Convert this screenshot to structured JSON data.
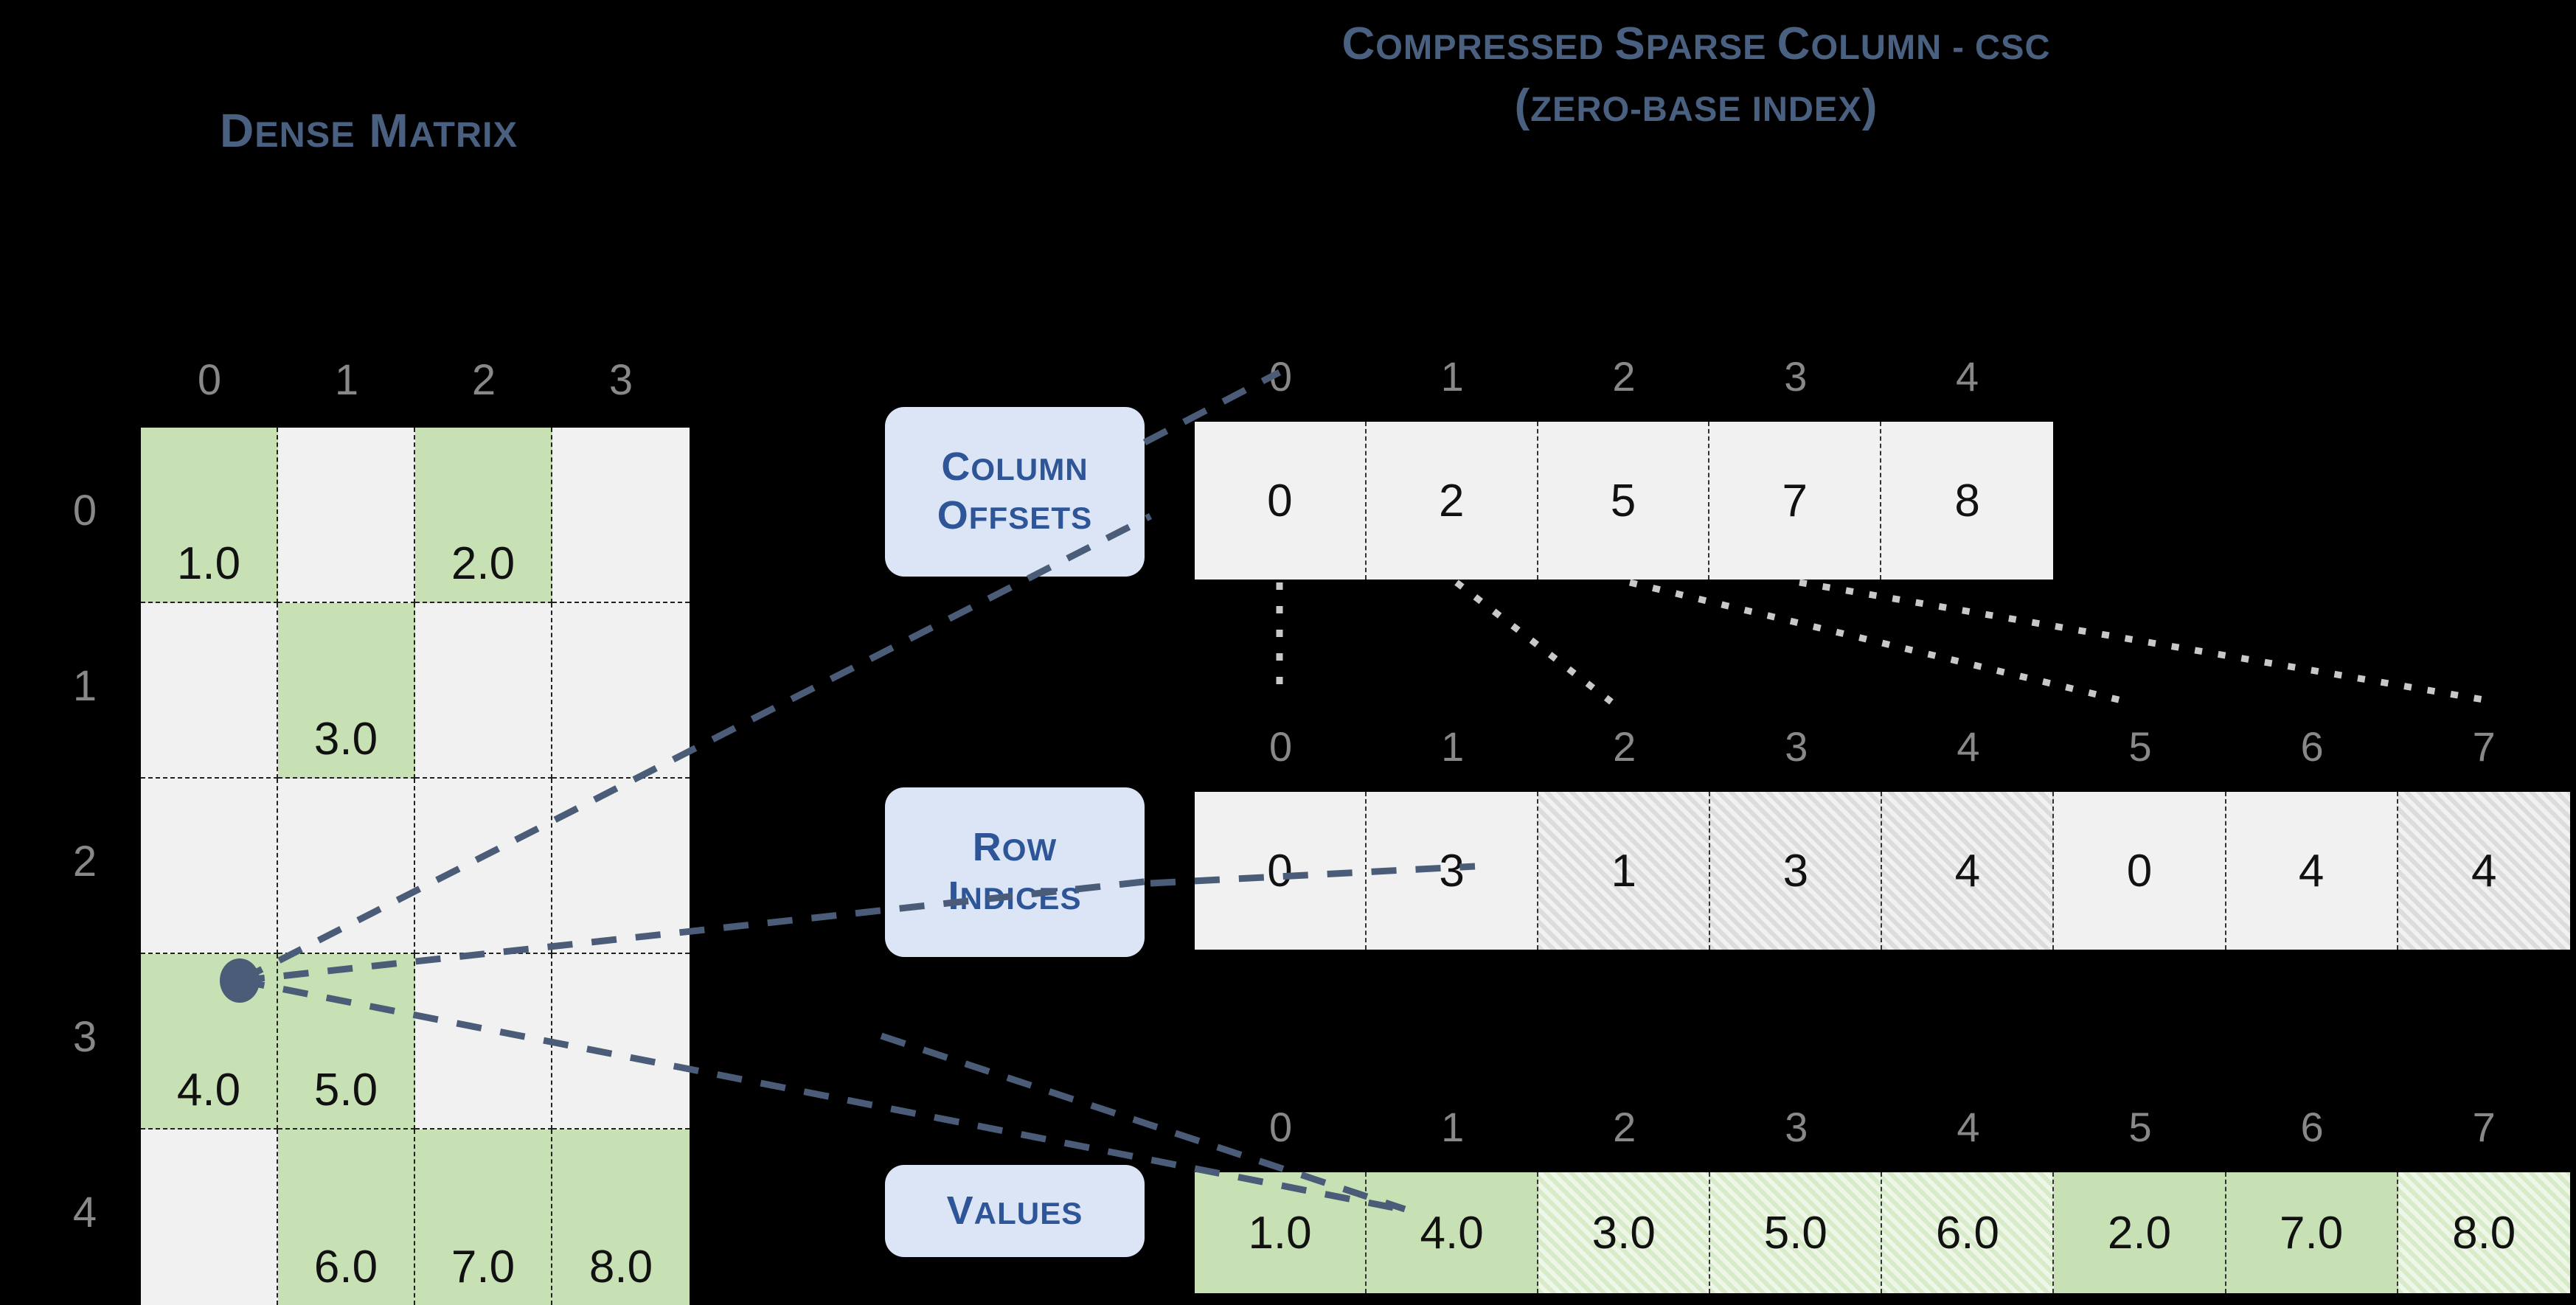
{
  "titles": {
    "dense": {
      "word1_cap": "D",
      "word1_rest": "ENSE",
      "word2_cap": "M",
      "word2_rest": "ATRIX"
    },
    "csc_line1": "COMPRESSED SPARSE COLUMN - CSC",
    "csc_line2": "(ZERO-BASE INDEX)",
    "csc_line1_parts": [
      "C",
      "OMPRESSED ",
      "S",
      "PARSE ",
      "C",
      "OLUMN - CSC"
    ],
    "csc_line2_parts": [
      "(",
      "ZERO-BASE INDEX",
      ")"
    ]
  },
  "dense_matrix": {
    "col_headers": [
      "0",
      "1",
      "2",
      "3"
    ],
    "row_headers": [
      "0",
      "1",
      "2",
      "3",
      "4"
    ],
    "rows": [
      [
        {
          "v": "1.0",
          "filled": true
        },
        {
          "v": "",
          "filled": false
        },
        {
          "v": "2.0",
          "filled": true
        },
        {
          "v": "",
          "filled": false
        }
      ],
      [
        {
          "v": "",
          "filled": false
        },
        {
          "v": "3.0",
          "filled": true
        },
        {
          "v": "",
          "filled": false
        },
        {
          "v": "",
          "filled": false
        }
      ],
      [
        {
          "v": "",
          "filled": false
        },
        {
          "v": "",
          "filled": false
        },
        {
          "v": "",
          "filled": false
        },
        {
          "v": "",
          "filled": false
        }
      ],
      [
        {
          "v": "4.0",
          "filled": true
        },
        {
          "v": "5.0",
          "filled": true
        },
        {
          "v": "",
          "filled": false
        },
        {
          "v": "",
          "filled": false
        }
      ],
      [
        {
          "v": "",
          "filled": false
        },
        {
          "v": "6.0",
          "filled": true
        },
        {
          "v": "7.0",
          "filled": true
        },
        {
          "v": "8.0",
          "filled": true
        }
      ]
    ]
  },
  "arrays": {
    "column_offsets": {
      "label_line1_cap": "C",
      "label_line1_rest": "OLUMN",
      "label_line2_cap": "O",
      "label_line2_rest": "FFSETS",
      "indices": [
        "0",
        "1",
        "2",
        "3",
        "4"
      ],
      "values": [
        "0",
        "2",
        "5",
        "7",
        "8"
      ],
      "hatched": [
        false,
        false,
        false,
        false,
        false
      ]
    },
    "row_indices": {
      "label_line1_cap": "R",
      "label_line1_rest": "OW",
      "label_line2_cap": "I",
      "label_line2_rest": "NDICES",
      "indices": [
        "0",
        "1",
        "2",
        "3",
        "4",
        "5",
        "6",
        "7"
      ],
      "values": [
        "0",
        "3",
        "1",
        "3",
        "4",
        "0",
        "4",
        "4"
      ],
      "hatched": [
        false,
        false,
        true,
        true,
        true,
        false,
        false,
        true
      ]
    },
    "values": {
      "label_line1_cap": "V",
      "label_line1_rest": "ALUES",
      "label_line2_cap": "",
      "label_line2_rest": "",
      "indices": [
        "0",
        "1",
        "2",
        "3",
        "4",
        "5",
        "6",
        "7"
      ],
      "values": [
        "1.0",
        "4.0",
        "3.0",
        "5.0",
        "6.0",
        "2.0",
        "7.0",
        "8.0"
      ],
      "hatched": [
        false,
        false,
        true,
        true,
        true,
        false,
        false,
        true
      ]
    }
  },
  "colors": {
    "background": "#000000",
    "title_blue": "#4a6080",
    "pill_bg": "#dce5f5",
    "pill_text": "#2e5597",
    "cell_bg": "#f1f1f1",
    "cell_green": "#c7e0b4",
    "index_gray": "#888888",
    "connector_blue": "#4a5c78",
    "connector_gray": "#bfbfbf"
  }
}
